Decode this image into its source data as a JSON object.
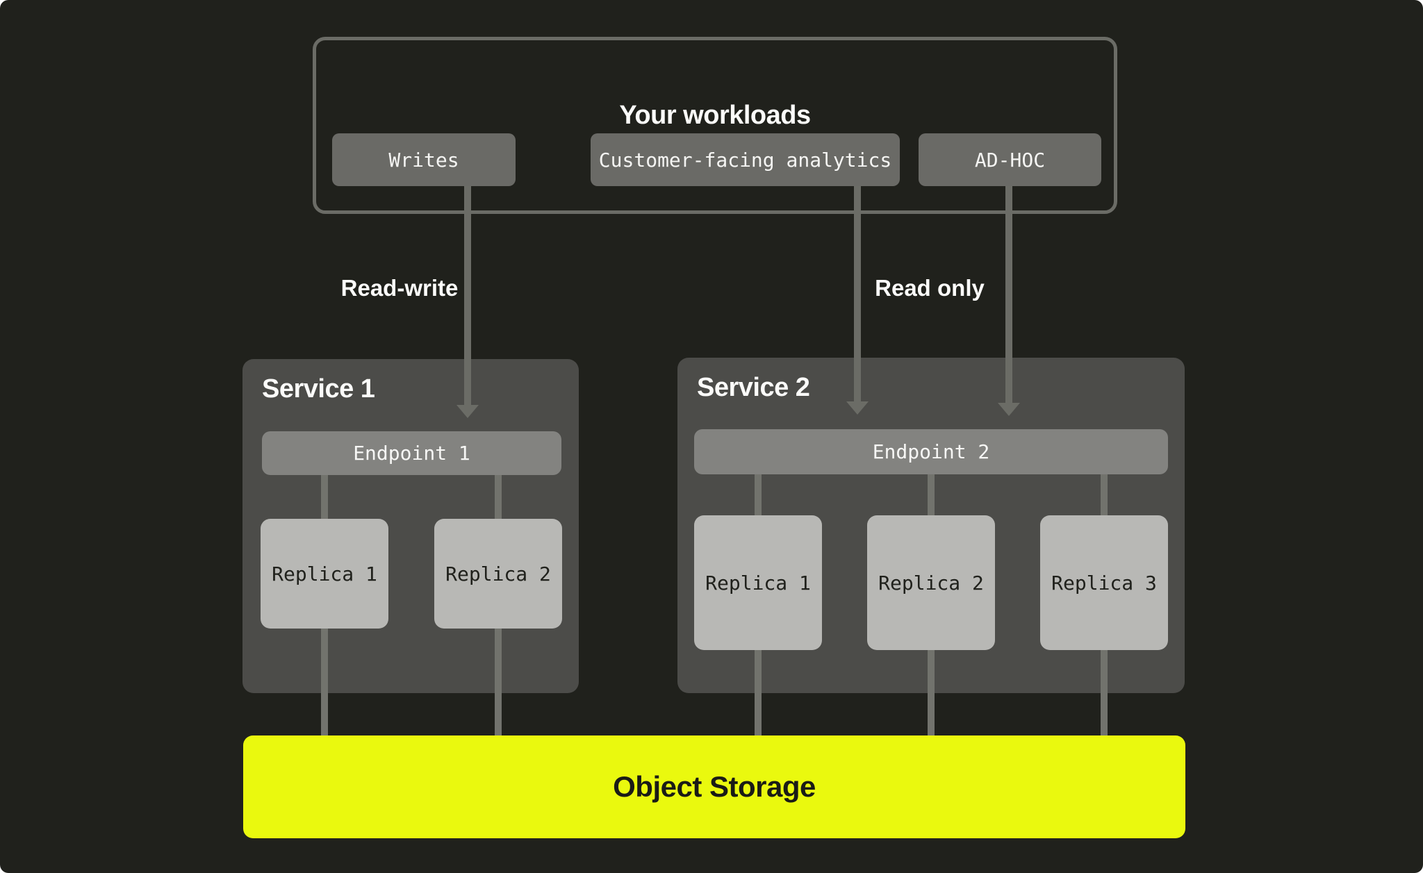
{
  "workloads": {
    "title": "Your workloads",
    "buttons": [
      {
        "label": "Writes"
      },
      {
        "label": "Customer-facing analytics"
      },
      {
        "label": "AD-HOC"
      }
    ]
  },
  "flows": {
    "read_write": "Read-write",
    "read_only": "Read only"
  },
  "services": [
    {
      "title": "Service 1",
      "endpoint": "Endpoint 1",
      "replicas": [
        "Replica 1",
        "Replica 2"
      ]
    },
    {
      "title": "Service 2",
      "endpoint": "Endpoint 2",
      "replicas": [
        "Replica 1",
        "Replica 2",
        "Replica 3"
      ]
    }
  ],
  "storage": {
    "label": "Object Storage"
  },
  "colors": {
    "background": "#20211c",
    "panel": "#4c4c49",
    "endpoint": "#838380",
    "replica": "#b8b8b5",
    "workload_button": "#6a6a66",
    "line": "#6b6c66",
    "storage": "#eaf90e",
    "text_light": "#fcfcfa",
    "text_dark": "#20211c"
  }
}
